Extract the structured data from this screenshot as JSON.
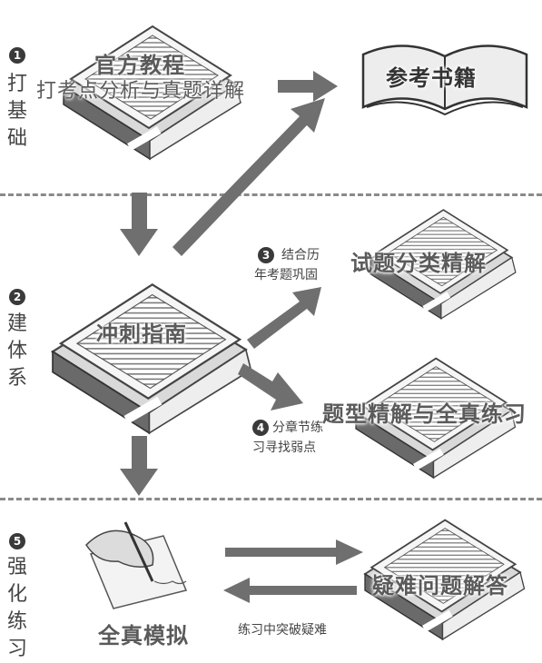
{
  "stages": [
    {
      "number": "1",
      "text": "打\n基\n础"
    },
    {
      "number": "2",
      "text": "建\n体\n系"
    },
    {
      "number": "5",
      "text": "强\n化\n练\n习"
    }
  ],
  "books": {
    "official": "官方教程",
    "official_sub": "打考点分析与真题详解",
    "reference": "参考书籍",
    "sprint": "冲刺指南",
    "classified": "试题分类精解",
    "question_types": "题型精解与全真练习",
    "difficult": "疑难问题解答",
    "simulation": "全真模拟"
  },
  "notes": {
    "step3_number": "3",
    "step3_text": "结合历\n年考题巩固",
    "step4_number": "4",
    "step4_text": "分章节练\n习寻找弱点",
    "breakthrough": "练习中突破疑难"
  },
  "colors": {
    "arrow": "#6f6f6f",
    "divider": "#8a8a8a",
    "book": "#555555"
  }
}
